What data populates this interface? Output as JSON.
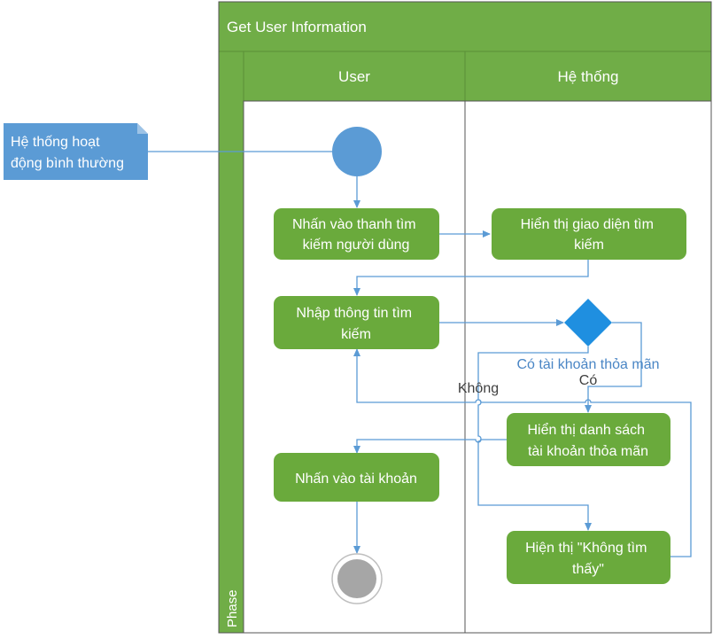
{
  "pool": {
    "title": "Get  User Information",
    "phase_label": "Phase",
    "lanes": [
      {
        "id": "user",
        "label": "User"
      },
      {
        "id": "system",
        "label": "Hệ thống"
      }
    ]
  },
  "note": {
    "lines": [
      "Hệ thống hoạt",
      "động bình thường"
    ]
  },
  "activities": [
    {
      "id": "click-search-bar",
      "lines": [
        "Nhấn vào thanh tìm",
        "kiếm người dùng"
      ]
    },
    {
      "id": "show-search-ui",
      "lines": [
        "Hiển thị giao diện tìm",
        "kiếm"
      ]
    },
    {
      "id": "enter-search-info",
      "lines": [
        "Nhập thông tin tìm",
        "kiếm"
      ]
    },
    {
      "id": "show-matching-list",
      "lines": [
        "Hiển thị danh sách",
        "tài khoản thỏa mãn"
      ]
    },
    {
      "id": "click-account",
      "lines": [
        "Nhấn vào tài khoản"
      ]
    },
    {
      "id": "show-not-found",
      "lines": [
        "Hiện thị \"Không tìm",
        "thấy\""
      ]
    }
  ],
  "decision": {
    "condition_label": "Có tài khoản thỏa mãn",
    "yes_label": "Có",
    "no_label": "Không"
  },
  "colors": {
    "pool_green": "#70ad47",
    "activity_fill": "#6aaa3c",
    "node_blue": "#5b9bd5",
    "note_blue": "#5b9bd5",
    "edge_blue": "#5b9bd5",
    "end_gray": "#a6a6a6",
    "guard_text": "#4a86c5"
  }
}
